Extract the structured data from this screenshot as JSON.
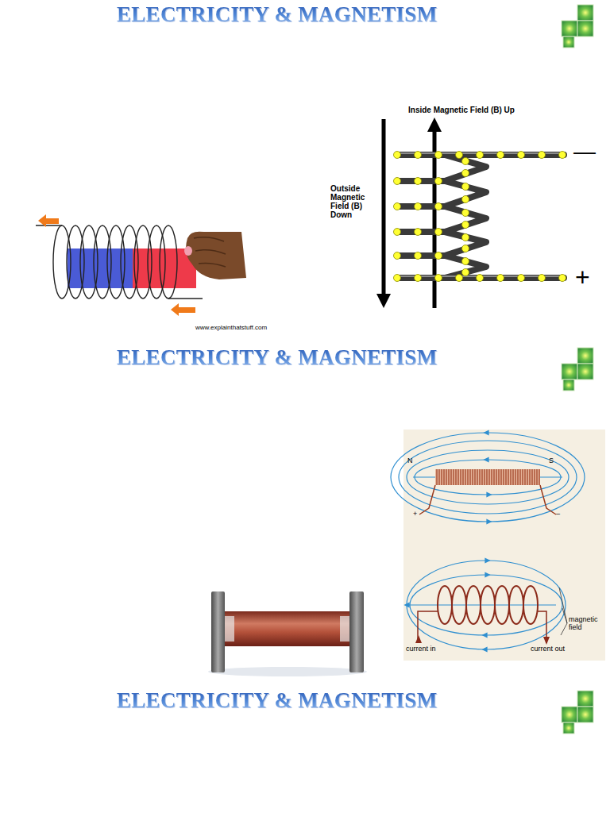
{
  "diagram": {
    "title": "ELECTRICITY & MAGNETISM",
    "labels": [
      "ELECTRICITY & MAGNETISM",
      "ELECTRICITY & MAGNETISM",
      "www.explainthatstuff.com",
      "Inside Magnetic Field (B) Up",
      "Outside Magnetic Field (B) Down",
      "—",
      "+",
      "N",
      "S",
      "+",
      "–",
      "magnetic field",
      "current in",
      "current out"
    ]
  }
}
